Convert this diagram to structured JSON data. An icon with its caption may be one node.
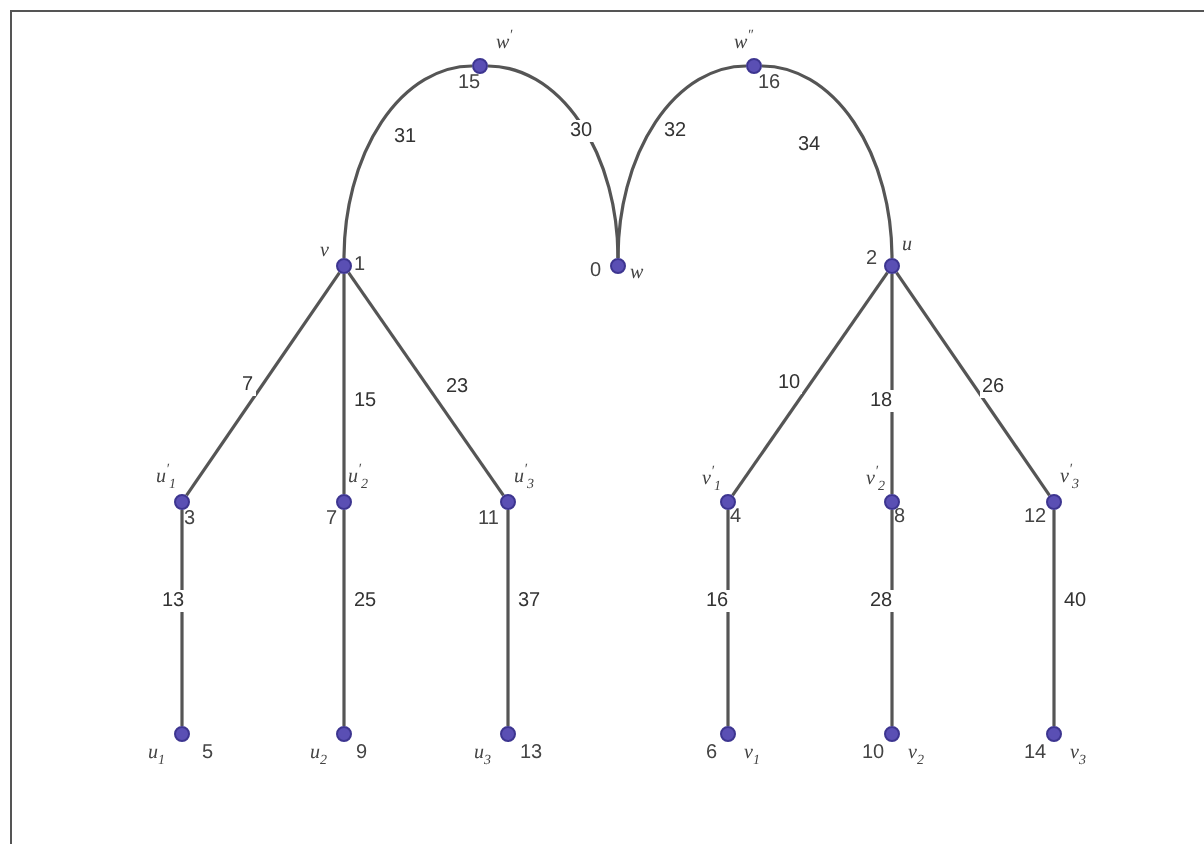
{
  "diagram": {
    "nodes": [
      {
        "text": [],
        "shape": "circle",
        "beside": [
          "w$^{′}$",
          "15"
        ]
      },
      {
        "text": [],
        "shape": "circle",
        "beside": [
          "w$^{″}$",
          "16"
        ]
      },
      {
        "text": [],
        "shape": "circle",
        "beside": [
          "v",
          "1"
        ]
      },
      {
        "text": [],
        "shape": "circle",
        "beside": [
          "0",
          "w"
        ]
      },
      {
        "text": [],
        "shape": "circle",
        "beside": [
          "2",
          "u"
        ]
      },
      {
        "text": [],
        "shape": "circle",
        "beside": [
          "u$^{′}$$_{1}$",
          "3"
        ]
      },
      {
        "text": [],
        "shape": "circle",
        "beside": [
          "u$^{′}$$_{2}$",
          "7"
        ]
      },
      {
        "text": [],
        "shape": "circle",
        "beside": [
          "u$^{′}$$_{3}$",
          "11"
        ]
      },
      {
        "text": [],
        "shape": "circle",
        "beside": [
          "v$^{′}$$_{1}$",
          "4"
        ]
      },
      {
        "text": [],
        "shape": "circle",
        "beside": [
          "v$^{′}$$_{2}$",
          "8"
        ]
      },
      {
        "text": [],
        "shape": "circle",
        "beside": [
          "v$^{′}$$_{3}$",
          "12"
        ]
      },
      {
        "text": [],
        "shape": "circle",
        "beside": [
          "u$_{1}$",
          "5"
        ]
      },
      {
        "text": [],
        "shape": "circle",
        "beside": [
          "u$_{2}$",
          "9"
        ]
      },
      {
        "text": [],
        "shape": "circle",
        "beside": [
          "u$_{3}$",
          "13"
        ]
      },
      {
        "text": [],
        "shape": "circle",
        "beside": [
          "6",
          "v$_{1}$"
        ]
      },
      {
        "text": [],
        "shape": "circle",
        "beside": [
          "10",
          "v$_{2}$"
        ]
      },
      {
        "text": [],
        "shape": "circle",
        "beside": [
          "14",
          "v$_{3}$"
        ]
      }
    ],
    "edges": [
      {
        "from": 2,
        "to": 0,
        "arrow": "none",
        "label": "31"
      },
      {
        "from": 0,
        "to": 3,
        "arrow": "none",
        "label": "30"
      },
      {
        "from": 3,
        "to": 1,
        "arrow": "none",
        "label": "32"
      },
      {
        "from": 1,
        "to": 4,
        "arrow": "none",
        "label": "34"
      },
      {
        "from": 2,
        "to": 5,
        "arrow": "none",
        "label": "7"
      },
      {
        "from": 2,
        "to": 6,
        "arrow": "none",
        "label": "15"
      },
      {
        "from": 2,
        "to": 7,
        "arrow": "none",
        "label": "23"
      },
      {
        "from": 4,
        "to": 8,
        "arrow": "none",
        "label": "10"
      },
      {
        "from": 4,
        "to": 9,
        "arrow": "none",
        "label": "18"
      },
      {
        "from": 4,
        "to": 10,
        "arrow": "none",
        "label": "26"
      },
      {
        "from": 5,
        "to": 11,
        "arrow": "none",
        "label": "13"
      },
      {
        "from": 6,
        "to": 12,
        "arrow": "none",
        "label": "25"
      },
      {
        "from": 7,
        "to": 13,
        "arrow": "none",
        "label": "37"
      },
      {
        "from": 8,
        "to": 14,
        "arrow": "none",
        "label": "16"
      },
      {
        "from": 9,
        "to": 15,
        "arrow": "none",
        "label": "28"
      },
      {
        "from": 10,
        "to": 16,
        "arrow": "none",
        "label": "40"
      }
    ]
  }
}
